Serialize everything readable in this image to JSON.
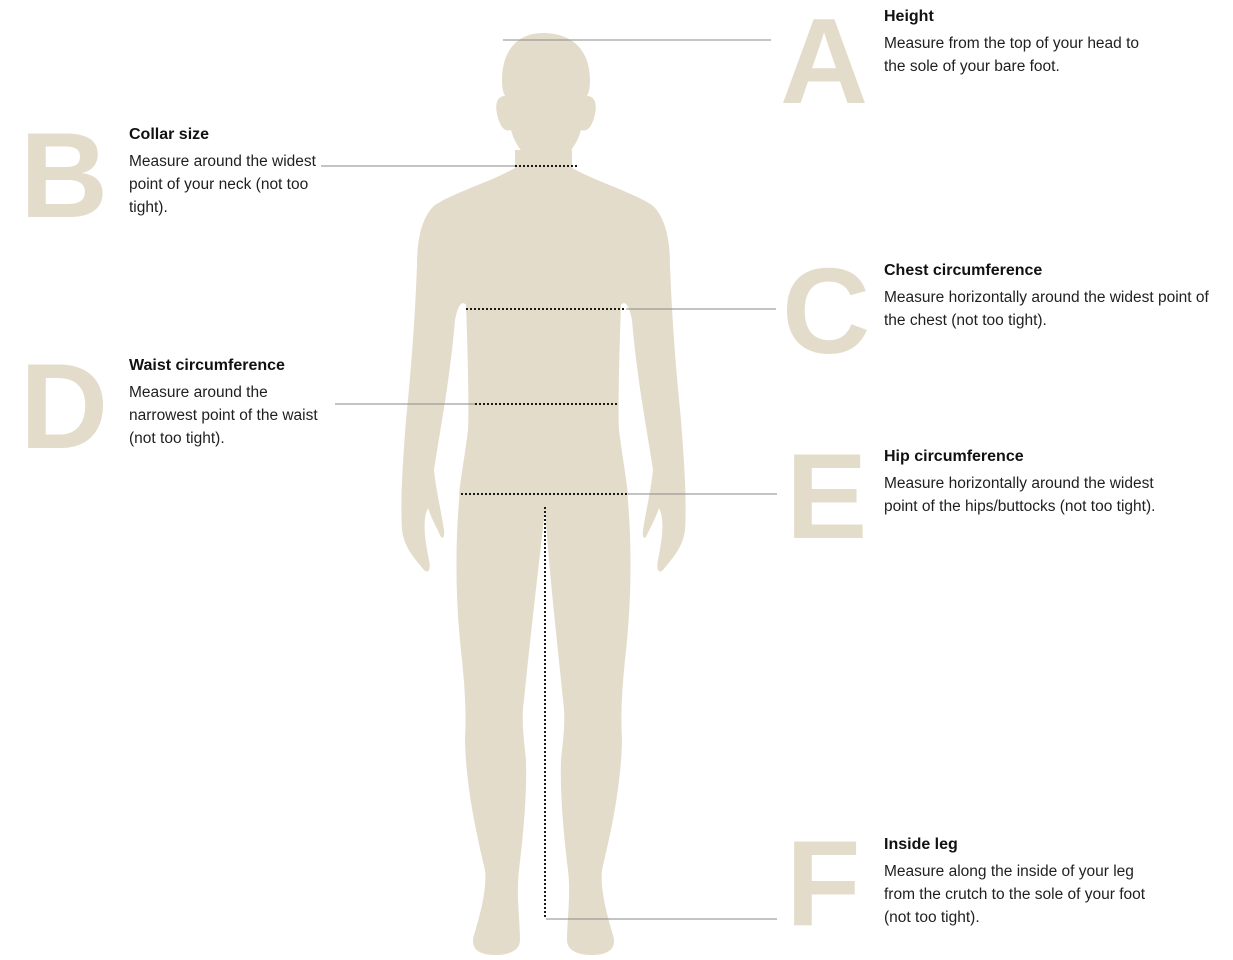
{
  "colors": {
    "silhouette": "#e4dccb",
    "letters": "#e4dccb",
    "leader_line": "#8a8a8a",
    "dotted_line": "#1a1a1a",
    "text": "#1a1a1a"
  },
  "measurements": {
    "A": {
      "letter": "A",
      "title": "Height",
      "description": "Measure from the top of your head to the sole of your bare foot."
    },
    "B": {
      "letter": "B",
      "title": "Collar size",
      "description": "Measure around the widest point of your neck (not too tight)."
    },
    "C": {
      "letter": "C",
      "title": "Chest circumference",
      "description": "Measure horizontally around the widest point of the chest (not too tight)."
    },
    "D": {
      "letter": "D",
      "title": "Waist circumference",
      "description": "Measure around the narrowest point of the waist (not too tight)."
    },
    "E": {
      "letter": "E",
      "title": "Hip circumference",
      "description": "Measure horizontally around the widest point of the hips/buttocks (not too tight)."
    },
    "F": {
      "letter": "F",
      "title": "Inside leg",
      "description": "Measure along the inside of your leg from the crutch to the sole of your foot (not too tight)."
    }
  }
}
